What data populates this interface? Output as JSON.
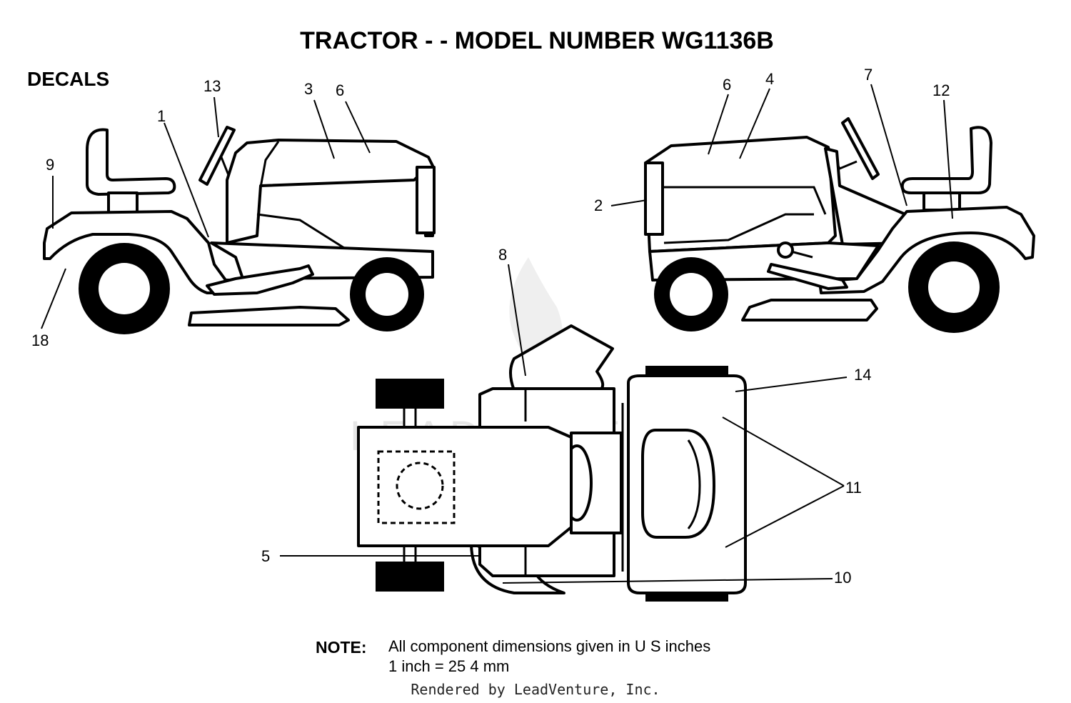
{
  "title": "TRACTOR - - MODEL NUMBER  WG1136B",
  "section_label": "DECALS",
  "callouts": {
    "c1": "1",
    "c2": "2",
    "c3": "3",
    "c4": "4",
    "c5": "5",
    "c6a": "6",
    "c6b": "6",
    "c7": "7",
    "c8": "8",
    "c9": "9",
    "c10": "10",
    "c11": "11",
    "c12": "12",
    "c13": "13",
    "c14": "14",
    "c18": "18"
  },
  "note": {
    "label": "NOTE:",
    "line1": "All component dimensions given in U  S  inches",
    "line2": "1 inch = 25 4 mm"
  },
  "watermark": "LEADVENTURE",
  "credit": "Rendered by LeadVenture, Inc."
}
